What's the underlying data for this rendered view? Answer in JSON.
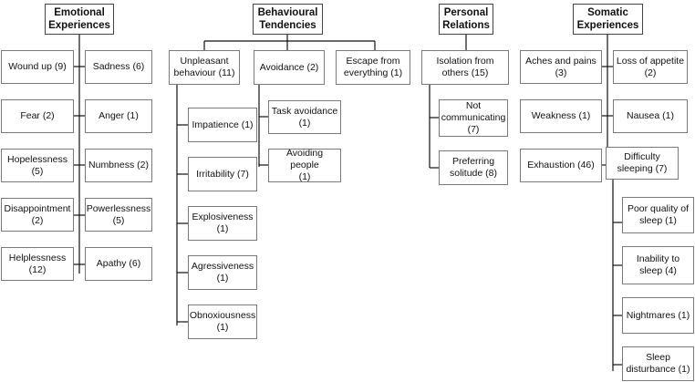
{
  "headers": {
    "emotional": "Emotional\nExperiences",
    "behavioural": "Behavioural\nTendencies",
    "personal": "Personal\nRelations",
    "somatic": "Somatic\nExperiences"
  },
  "emotional_items": [
    "Wound up (9)",
    "Sadness (6)",
    "Fear (2)",
    "Anger (1)",
    "Hopelessness\n(5)",
    "Numbness (2)",
    "Disappointment\n(2)",
    "Powerlessness\n(5)",
    "Helplessness\n(12)",
    "Apathy (6)"
  ],
  "behavioural": {
    "unpleasant": "Unpleasant\nbehaviour (11)",
    "unpleasant_items": [
      "Impatience (1)",
      "Irritability (7)",
      "Explosiveness\n(1)",
      "Agressiveness\n(1)",
      "Obnoxiousness\n(1)"
    ],
    "avoidance": "Avoidance (2)",
    "avoidance_items": [
      "Task avoidance\n(1)",
      "Avoiding people\n(1)"
    ],
    "escape": "Escape from\neverything (1)"
  },
  "personal": {
    "isolation": "Isolation from\nothers (15)",
    "items": [
      "Not\ncommunicating\n(7)",
      "Preferring\nsolitude (8)"
    ]
  },
  "somatic": {
    "items": [
      "Aches and pains\n(3)",
      "Loss of appetite\n(2)",
      "Weakness (1)",
      "Nausea (1)",
      "Exhaustion (46)"
    ],
    "sleeping": "Difficulty\nsleeping (7)",
    "sleep_items": [
      "Poor quality of\nsleep (1)",
      "Inability to\nsleep (4)",
      "Nightmares (1)",
      "Sleep\ndisturbance (1)"
    ]
  }
}
